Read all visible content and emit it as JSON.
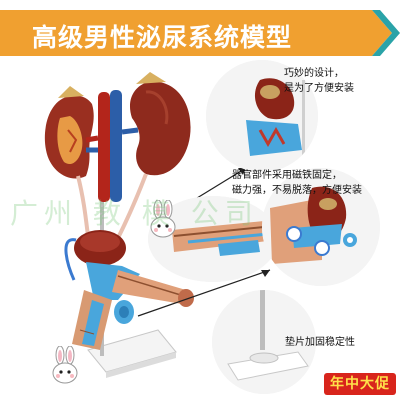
{
  "banner": {
    "title": "高级男性泌尿系统模型"
  },
  "watermark": {
    "text": "广州  教  模  公司"
  },
  "callouts": [
    {
      "line1": "巧妙的设计，",
      "line2": "是为了方便安装"
    },
    {
      "line1": "器官部件采用磁铁固定，",
      "line2": "磁力强，不易脱落，方便安装"
    },
    {
      "line1": "垫片加固稳定性",
      "line2": ""
    }
  ],
  "promo": {
    "label": "年中大促"
  },
  "colors": {
    "banner_orange": "#f0a030",
    "banner_teal": "#2aa3a8",
    "kidney_red": "#8e2a1d",
    "vein_blue": "#2c5ea8",
    "ureter_blue": "#49a6dc",
    "promo_red": "#d8251c",
    "promo_yellow": "#ffe14a"
  },
  "icons": [
    "bunny-icon",
    "arrow-icon"
  ]
}
